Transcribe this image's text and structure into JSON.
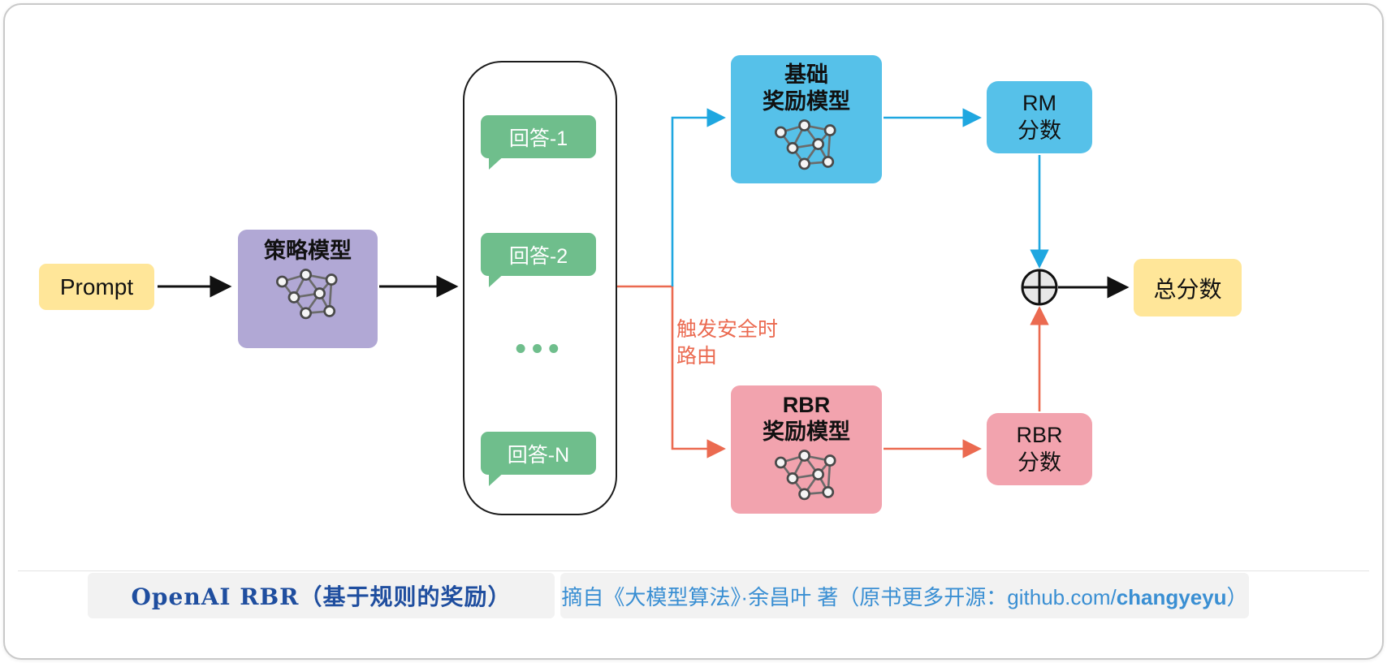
{
  "diagram": {
    "prompt_label": "Prompt",
    "policy_title": "策略模型",
    "answers": [
      "回答-1",
      "回答-2",
      "回答-N"
    ],
    "answers_ellipsis": "•••",
    "route_label_line1": "触发安全时",
    "route_label_line2": "路由",
    "base_rm_title_line1": "基础",
    "base_rm_title_line2": "奖励模型",
    "rbr_rm_title_line1": "RBR",
    "rbr_rm_title_line2": "奖励模型",
    "rm_score_line1": "RM",
    "rm_score_line2": "分数",
    "rbr_score_line1": "RBR",
    "rbr_score_line2": "分数",
    "total_score_label": "总分数"
  },
  "footer": {
    "title": "OpenAI RBR（基于规则的奖励）",
    "source_prefix": "摘自《大模型算法》·余昌叶 著（原书更多开源：github.com/",
    "source_bold": "changyeyu",
    "source_suffix": "）"
  },
  "colors": {
    "yellow": "#FFE699",
    "purple": "#B1A8D5",
    "green": "#6FBE8C",
    "blue": "#56C1E9",
    "pink": "#F2A3AE",
    "arrow-blue": "#1FA7E0",
    "arrow-red": "#EB6A50",
    "ink": "#111111",
    "footer-dark-blue": "#1F4E9F",
    "footer-blue": "#3A8FD3",
    "bar-gray": "#F2F2F2",
    "border-gray": "#C9C9C9"
  }
}
